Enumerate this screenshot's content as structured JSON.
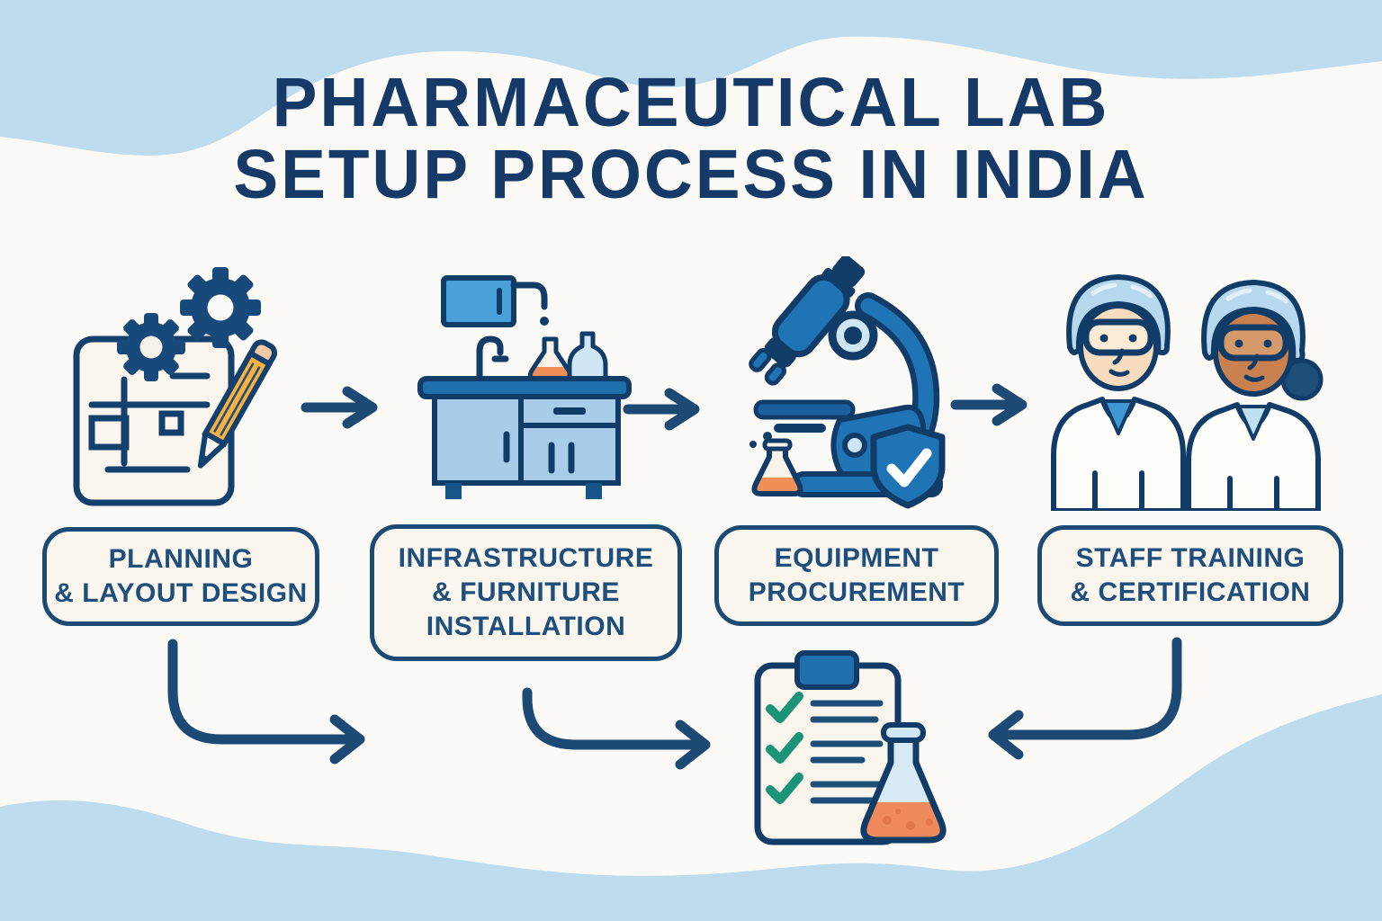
{
  "title": {
    "line1": "PHARMACEUTICAL LAB",
    "line2": "SETUP PROCESS IN INDIA"
  },
  "steps": [
    {
      "name": "planning-layout-design",
      "icon": "blueprint-gears-pencil-icon",
      "label_lines": [
        "PLANNING",
        "& LAYOUT DESIGN"
      ]
    },
    {
      "name": "infrastructure-furniture-installation",
      "icon": "lab-bench-icon",
      "label_lines": [
        "INFRASTRUCTURE",
        "& FURNITURE",
        "INSTALLATION"
      ]
    },
    {
      "name": "equipment-procurement",
      "icon": "microscope-shield-icon",
      "label_lines": [
        "EQUIPMENT",
        "PROCUREMENT"
      ]
    },
    {
      "name": "staff-training-certification",
      "icon": "lab-staff-icon",
      "label_lines": [
        "STAFF TRAINING",
        "& CERTIFICATION"
      ]
    }
  ],
  "result": {
    "name": "completed-setup-checklist",
    "icon": "checklist-flask-icon",
    "checkmark_count": 3
  },
  "colors": {
    "background": "#fbfaf7",
    "wave_blue": "#bddcee",
    "navy_outline": "#123c68",
    "navy_text": "#1d4e7c",
    "title_navy": "#163a68",
    "arrow_navy": "#1c4a74",
    "medium_blue": "#1f74b6",
    "sky_blue": "#4aa0d9",
    "light_blue": "#a8cde9",
    "pale_blue": "#cfe7f5",
    "cream": "#faf6ee",
    "orange": "#f08a5c",
    "pencil_yellow": "#f9b13e",
    "check_green": "#1a9376",
    "skin_light": "#f8dcbe",
    "skin_dark": "#c9824f"
  }
}
